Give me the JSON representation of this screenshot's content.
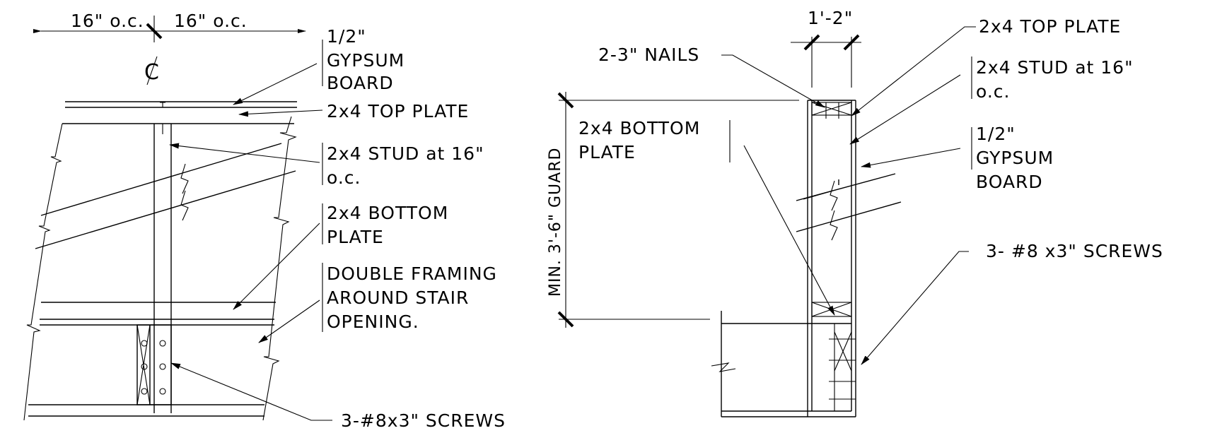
{
  "left_detail": {
    "dim_left": "16\" o.c.",
    "dim_right": "16\" o.c.",
    "centerline": "C",
    "gypsum": [
      "1/2\"",
      "GYPSUM",
      "BOARD"
    ],
    "top_plate": "2x4 TOP PLATE",
    "stud": [
      "2x4 STUD at 16\"",
      "o.c."
    ],
    "bottom_plate": [
      "2x4 BOTTOM",
      "PLATE"
    ],
    "double_framing": [
      "DOUBLE FRAMING",
      "AROUND STAIR",
      "OPENING."
    ],
    "screws": "3-#8x3\" SCREWS"
  },
  "right_detail": {
    "dim_width": "1'-2\"",
    "nails": "2-3\" NAILS",
    "top_plate": "2x4 TOP PLATE",
    "stud": [
      "2x4 STUD at 16\"",
      "o.c."
    ],
    "bottom_plate": [
      "2x4 BOTTOM",
      "PLATE"
    ],
    "gypsum": [
      "1/2\"",
      "GYPSUM",
      "BOARD"
    ],
    "guard": "MIN. 3'-6\" GUARD",
    "screws": "3- #8 x3\" SCREWS"
  }
}
